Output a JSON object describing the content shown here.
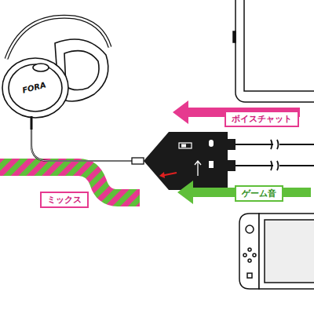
{
  "diagram": {
    "nodes": [
      {
        "text": [
          "ボイスチャット"
        ]
      },
      {
        "text": [
          "ゲーム音"
        ]
      },
      {
        "text": [
          "ミックス"
        ]
      }
    ],
    "labels": [
      "FORA"
    ]
  }
}
